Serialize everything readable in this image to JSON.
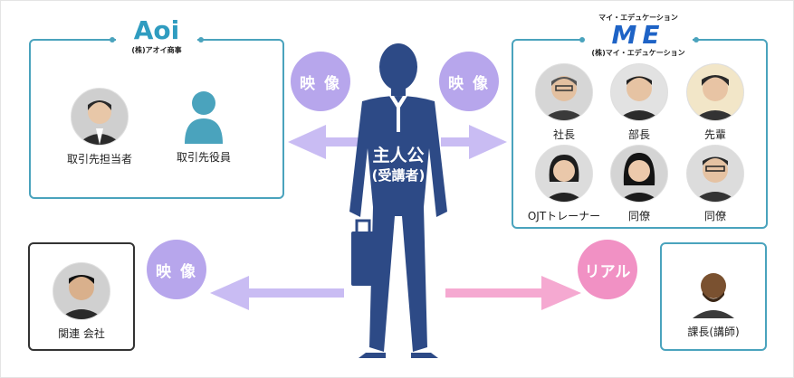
{
  "aoi": {
    "logo_text": "Aoi",
    "company": "(株)アオイ商事",
    "people": [
      {
        "label": "取引先担当者",
        "icon": "person-photo-icon"
      },
      {
        "label": "取引先役員",
        "icon": "person-silhouette-icon"
      }
    ]
  },
  "me": {
    "logo_top": "マイ・エデュケーション",
    "logo_text": "ME",
    "company": "(株)マイ・エデュケーション",
    "people": [
      {
        "label": "社長"
      },
      {
        "label": "部長"
      },
      {
        "label": "先輩"
      },
      {
        "label": "OJTトレーナー"
      },
      {
        "label": "同僚"
      },
      {
        "label": "同僚"
      }
    ]
  },
  "related": {
    "label": "関連 会社"
  },
  "instructor": {
    "label": "課長(講師)"
  },
  "center": {
    "line1": "主人公",
    "line2": "(受講者)"
  },
  "connectors": {
    "top_left": "映 像",
    "top_right": "映 像",
    "bottom_left": "映 像",
    "bottom_right": "リアル"
  },
  "colors": {
    "box_border": "#4aa3bd",
    "silhouette": "#2d4a86",
    "video_circle": "#b7a6ec",
    "real_circle": "#f191c4",
    "video_arrow": "#c9bcf3",
    "real_arrow": "#f5a9d1"
  }
}
